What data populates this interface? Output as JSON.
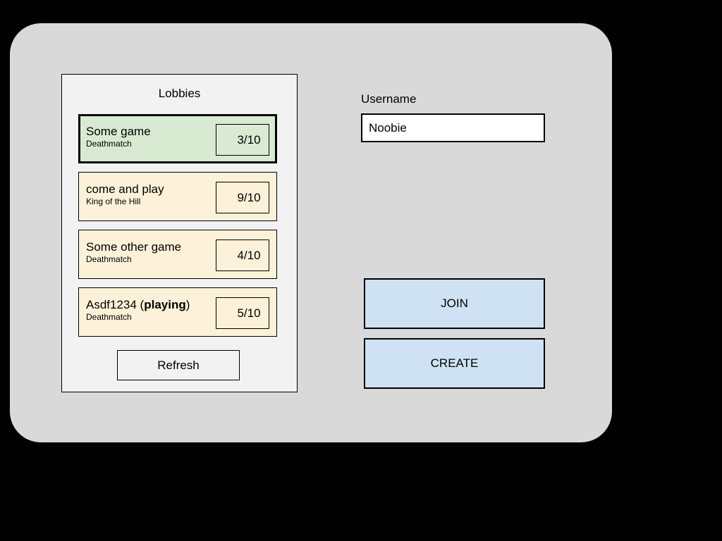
{
  "window": {
    "background_color": "#d9d9d9",
    "page_background_color": "#000000"
  },
  "lobbies_panel": {
    "title": "Lobbies",
    "background_color": "#f2f2f2",
    "selected_row_color": "#d9ead3",
    "row_color": "#fdf2d9",
    "refresh_label": "Refresh",
    "rows": [
      {
        "name": "Some game",
        "name_prefix": "Some game",
        "name_bold": "",
        "name_suffix": "",
        "mode": "Deathmatch",
        "count": "3/10",
        "selected": true
      },
      {
        "name": "come and play",
        "name_prefix": "come and play",
        "name_bold": "",
        "name_suffix": "",
        "mode": "King of the Hill",
        "count": "9/10",
        "selected": false
      },
      {
        "name": "Some other game",
        "name_prefix": "Some other game",
        "name_bold": "",
        "name_suffix": "",
        "mode": "Deathmatch",
        "count": "4/10",
        "selected": false
      },
      {
        "name": "Asdf1234 (playing)",
        "name_prefix": "Asdf1234 (",
        "name_bold": "playing",
        "name_suffix": ")",
        "mode": "Deathmatch",
        "count": "5/10",
        "selected": false
      }
    ]
  },
  "right_panel": {
    "username_label": "Username",
    "username_value": "Noobie",
    "username_placeholder": "Username",
    "join_label": "JOIN",
    "create_label": "CREATE",
    "button_color": "#cfe2f3"
  }
}
